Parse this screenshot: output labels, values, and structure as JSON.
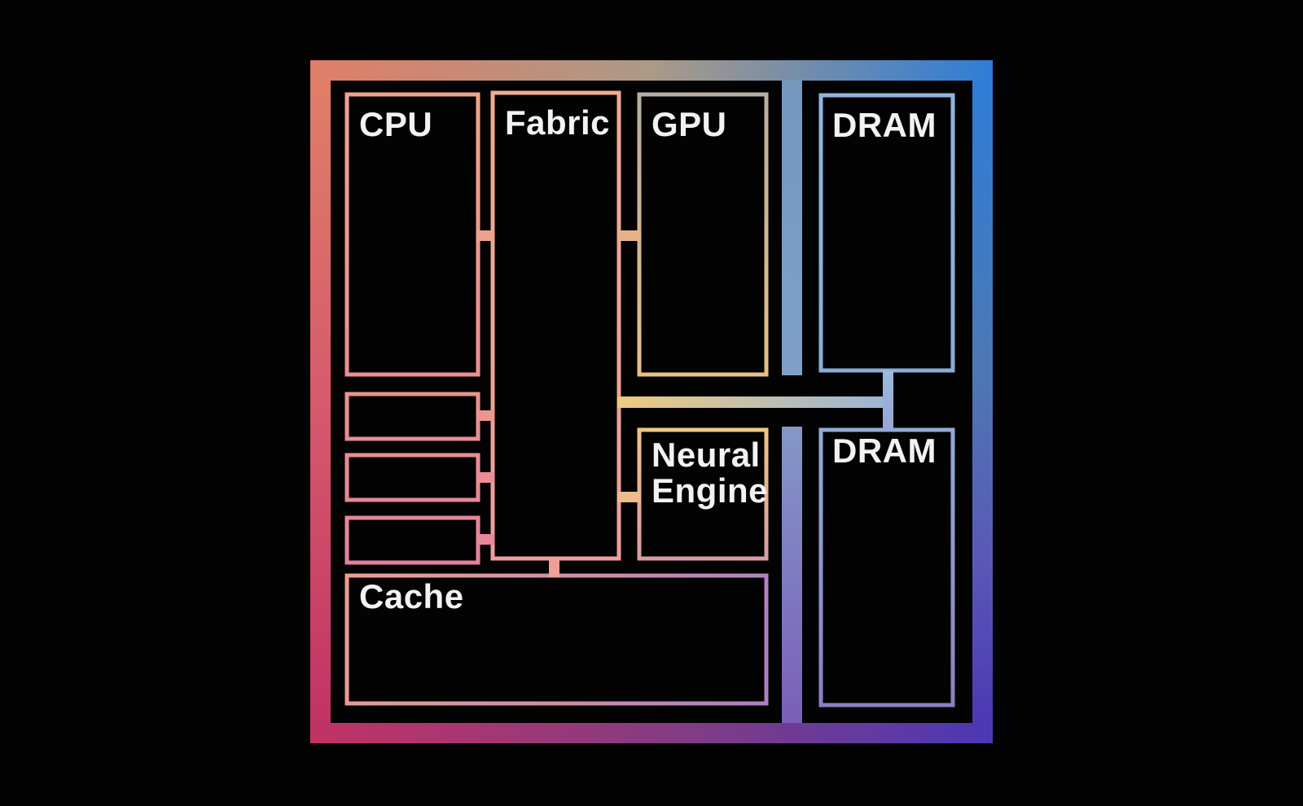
{
  "diagram": {
    "type": "soc-chip-block-diagram",
    "blocks": {
      "cpu": "CPU",
      "fabric": "Fabric",
      "gpu": "GPU",
      "dram_top": "DRAM",
      "neural_engine_line1": "Neural",
      "neural_engine_line2": "Engine",
      "dram_bottom": "DRAM",
      "cache": "Cache"
    },
    "palette": {
      "background": "#030303",
      "label_text": "#f2f2f4",
      "frame_top_left": "#df7e68",
      "frame_top_mid": "#ab9a87",
      "frame_top_right": "#2e7dd8",
      "frame_right_mid": "#4d78b4",
      "frame_bottom_right": "#4c38b4",
      "frame_bottom_mid": "#823c84",
      "frame_bottom_left": "#c13364",
      "frame_left_mid": "#d65a6c",
      "cpu_border": "#efa58c",
      "fabric_border": "#f0ab8d",
      "gpu_border_top": "#b7aea2",
      "gpu_border_bottom": "#e6c183",
      "neural_border_top": "#eec685",
      "neural_border_bottom": "#d89ca6",
      "dram_border_blue": "#8fb6dd",
      "dram2_border_bottom": "#8a80c4",
      "cache_border_left": "#ec9e92",
      "cache_border_right": "#ad7fc2",
      "bus_left": "#eecb7e",
      "bus_right": "#98b5d9",
      "divider_bar_top": "#7398bf",
      "divider_bar_bottom": "#7a5fb8"
    }
  }
}
